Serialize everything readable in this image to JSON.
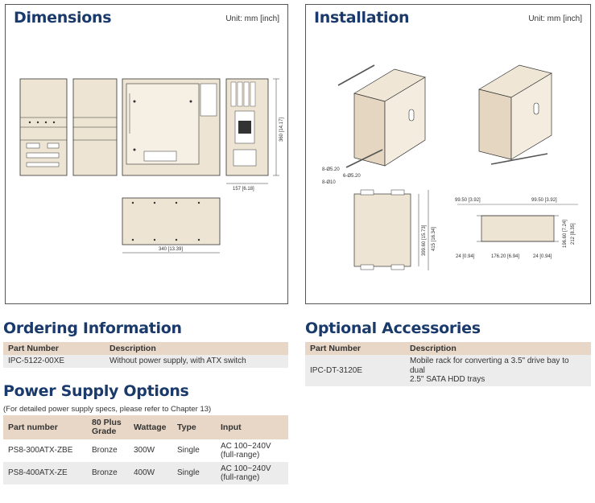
{
  "dimensions": {
    "title": "Dimensions",
    "unit": "Unit: mm [inch]",
    "labels": {
      "height": "360 [14.17]",
      "depth": "157 [6.18]",
      "width": "340 [13.39]"
    }
  },
  "installation": {
    "title": "Installation",
    "unit": "Unit: mm [inch]",
    "labels": {
      "hole_a": "8-Ø5.20",
      "hole_b": "6-Ø5.20",
      "hole_c": "8-Ø10",
      "height_inner": "399.60 [15.73]",
      "height_outer": "415 [16.34]",
      "left_top": "99.50 [3.92]",
      "right_top": "99.50 [3.92]",
      "side_inner": "196.60 [7.24]",
      "side_outer": "212 [8.35]",
      "bottom_left": "24 [0.94]",
      "bottom_mid": "176.20 [6.94]",
      "bottom_right": "24 [0.94]"
    }
  },
  "ordering": {
    "title": "Ordering Information",
    "headers": [
      "Part Number",
      "Description"
    ],
    "rows": [
      {
        "part": "IPC-5122-00XE",
        "desc": "Without power supply, with ATX switch"
      }
    ]
  },
  "accessories": {
    "title": "Optional Accessories",
    "headers": [
      "Part Number",
      "Description"
    ],
    "rows": [
      {
        "part": "IPC-DT-3120E",
        "desc_line1": "Mobile rack for converting a 3.5\" drive bay to dual",
        "desc_line2": "2.5\" SATA HDD trays"
      }
    ]
  },
  "power": {
    "title": "Power Supply Options",
    "note": "(For detailed power supply specs, please refer to Chapter 13)",
    "headers": {
      "part": "Part number",
      "grade_line1": "80 Plus",
      "grade_line2": "Grade",
      "wattage": "Wattage",
      "type": "Type",
      "input": "Input"
    },
    "rows": [
      {
        "part": "PS8-300ATX-ZBE",
        "grade": "Bronze",
        "wattage": "300W",
        "type": "Single",
        "input_line1": "AC 100~240V",
        "input_line2": "(full-range)"
      },
      {
        "part": "PS8-400ATX-ZE",
        "grade": "Bronze",
        "wattage": "400W",
        "type": "Single",
        "input_line1": "AC 100~240V",
        "input_line2": "(full-range)"
      }
    ]
  }
}
